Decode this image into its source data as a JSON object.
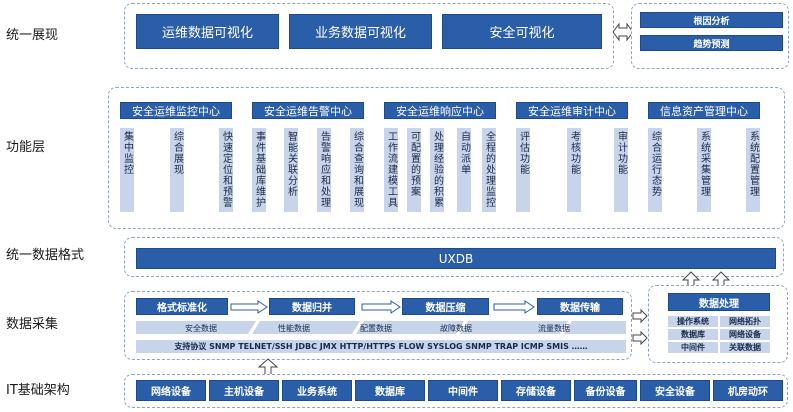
{
  "layers": {
    "unified_display": "统一展现",
    "function": "功能层",
    "data_format": "统一数据格式",
    "data_collection": "数据采集",
    "it_infra": "IT基础架构"
  },
  "display": {
    "visualizations": [
      "运维数据可视化",
      "业务数据可视化",
      "安全可视化"
    ],
    "analysis": [
      "根因分析",
      "趋势预测"
    ]
  },
  "centers": [
    {
      "title": "安全运维监控中心",
      "items": [
        "集中监控",
        "综合展现"
      ]
    },
    {
      "title": "安全运维告警中心",
      "items": [
        "快速定位和预警",
        "事件基础库维护",
        "智能关联分析",
        "告警响应和处理",
        "综合查询和展现"
      ]
    },
    {
      "title": "安全运维响应中心",
      "items": [
        "工作流建模工具",
        "可配置的预案",
        "处理经验的积累",
        "自动派单",
        "全程的处理监控"
      ]
    },
    {
      "title": "安全运维审计中心",
      "items": [
        "评估功能",
        "考核功能",
        "审计功能"
      ]
    },
    {
      "title": "信息资产管理中心",
      "items": [
        "综合运行态势",
        "系统采集管理",
        "系统配置管理"
      ]
    }
  ],
  "uxdb": "UXDB",
  "collection": {
    "steps": [
      "格式标准化",
      "数据归并",
      "数据压缩",
      "数据传输"
    ],
    "data_types": [
      "安全数据",
      "性能数据",
      "配置数据",
      "故障数据",
      "流量数据"
    ],
    "protocols": "支持协议 SNMP TELNET/SSH JDBC JMX HTTP/HTTPS FLOW SYSLOG SNMP TRAP ICMP SMIS ……"
  },
  "processing": {
    "title": "数据处理",
    "items": [
      "操作系统",
      "网络拓扑",
      "数据库",
      "网络设备",
      "中间件",
      "关联数据"
    ]
  },
  "infra": [
    "网络设备",
    "主机设备",
    "业务系统",
    "数据库",
    "中间件",
    "存储设备",
    "备份设备",
    "安全设备",
    "机房动环"
  ],
  "colors": {
    "primary": "#2b5ea8",
    "light": "#c7d4ea",
    "dash": "#8aa4c8"
  }
}
